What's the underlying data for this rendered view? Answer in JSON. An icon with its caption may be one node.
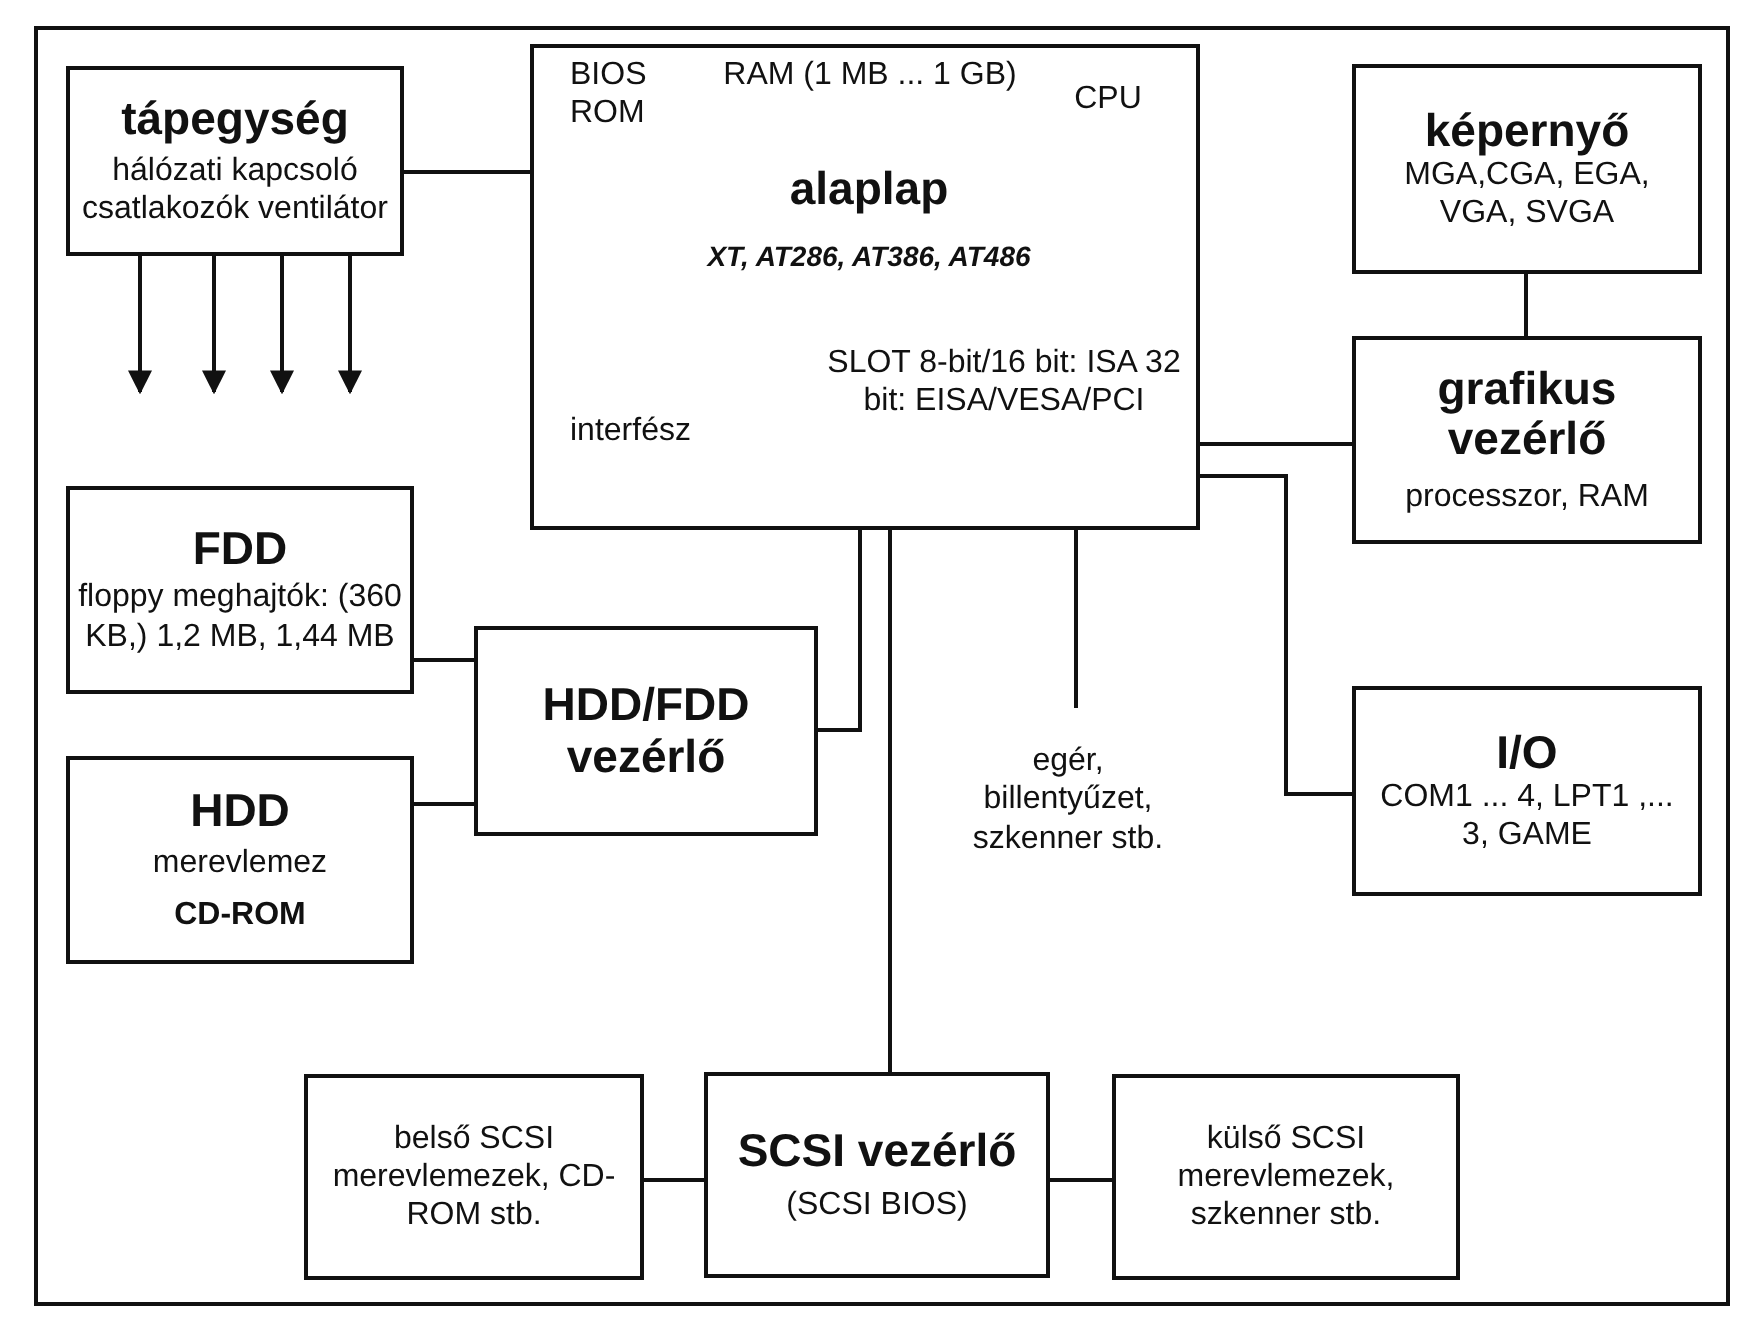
{
  "diagram": {
    "nodes": [
      {
        "text": [
          "tápegység",
          "hálózati kapcsoló csatlakozók ventilátor"
        ]
      },
      {
        "text": [
          "BIOS ROM",
          "RAM (1 MB ... 1 GB)",
          "CPU",
          "alaplap",
          "XT, AT286, AT386, AT486",
          "interfész",
          "SLOT 8-bit/16 bit: ISA 32 bit: EISA/VESA/PCI"
        ]
      },
      {
        "text": [
          "képernyő",
          "MGA,CGA, EGA, VGA, SVGA"
        ]
      },
      {
        "text": [
          "grafikus vezérlő",
          "processzor, RAM"
        ]
      },
      {
        "text": [
          "FDD",
          "floppy meghajtók: (360 KB,) 1,2 MB, 1,44 MB"
        ]
      },
      {
        "text": [
          "HDD/FDD vezérlő"
        ]
      },
      {
        "text": [
          "HDD",
          "merevlemez",
          "CD-ROM"
        ]
      },
      {
        "text": [
          "I/O",
          "COM1 ... 4, LPT1 ,... 3, GAME"
        ]
      },
      {
        "text": [
          "belső SCSI merevlemezek, CD-ROM stb."
        ]
      },
      {
        "text": [
          "SCSI vezérlő",
          "(SCSI BIOS)"
        ]
      },
      {
        "text": [
          "külső SCSI merevlemezek, szkenner stb."
        ]
      },
      {
        "text": [
          "egér, billentyűzet, szkenner stb."
        ]
      }
    ],
    "edges": [
      {
        "from": 0,
        "to": 1,
        "arrow": "none"
      },
      {
        "from": 0,
        "to": null,
        "arrow": "to"
      },
      {
        "from": 0,
        "to": null,
        "arrow": "to"
      },
      {
        "from": 0,
        "to": null,
        "arrow": "to"
      },
      {
        "from": 0,
        "to": null,
        "arrow": "to"
      },
      {
        "from": 2,
        "to": 3,
        "arrow": "none"
      },
      {
        "from": 1,
        "to": 3,
        "arrow": "none"
      },
      {
        "from": 1,
        "to": 7,
        "arrow": "none"
      },
      {
        "from": 1,
        "to": 5,
        "arrow": "none"
      },
      {
        "from": 1,
        "to": 9,
        "arrow": "none"
      },
      {
        "from": 1,
        "to": 11,
        "arrow": "none"
      },
      {
        "from": 4,
        "to": 5,
        "arrow": "none"
      },
      {
        "from": 6,
        "to": 5,
        "arrow": "none"
      },
      {
        "from": 8,
        "to": 9,
        "arrow": "none"
      },
      {
        "from": 9,
        "to": 10,
        "arrow": "none"
      }
    ]
  }
}
